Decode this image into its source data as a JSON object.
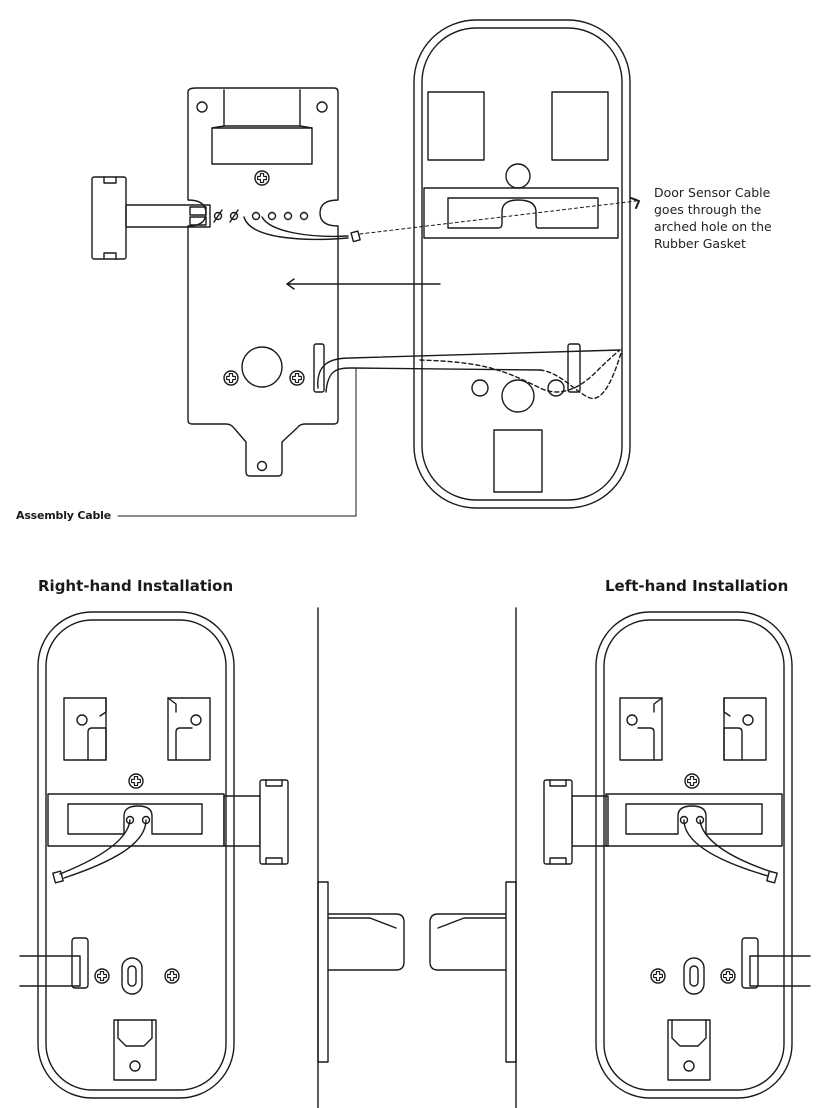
{
  "labels": {
    "door_sensor_cable": [
      "Door Sensor Cable",
      "goes through the",
      "arched hole on the",
      "Rubber Gasket"
    ],
    "assembly_cable": "Assembly Cable",
    "right_hand": "Right-hand Installation",
    "left_hand": "Left-hand Installation"
  },
  "colors": {
    "stroke": "#1a1a1a",
    "background": "#ffffff"
  },
  "icons": [
    "screw-icon",
    "arrow-icon"
  ]
}
